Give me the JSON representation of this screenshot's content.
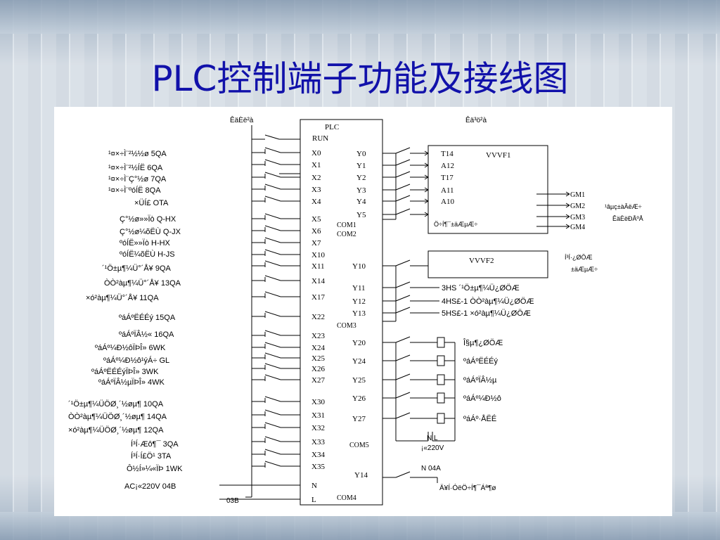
{
  "slide": {
    "title": "PLC控制端子功能及接线图"
  },
  "diagram": {
    "header_left": "ÊäÈë²à",
    "header_right": "Êä³ö²à",
    "plc": {
      "label": "PLC",
      "run": "RUN",
      "com_labels": [
        "COM1",
        "COM2",
        "COM3",
        "COM5",
        "COM4"
      ]
    },
    "left_descriptions": [
      "¹¤×÷Ì¨²½½ø   5QA",
      "¹¤×÷Ì¨²½ÍË   6QA",
      "¹¤×÷Ì¨Ç°½ø   7QA",
      "¹¤×÷Ì¨ºóÍË   8QA",
      "×ÜÍ£   OTA",
      "Ç°½ø»»Ïò   Q-HX",
      "Ç°½ø¼õËÙ   Q-JX",
      "ºóÍË»»Ïò   H-HX",
      "ºóÍË¼õËÙ   H-JS",
      "´¹Ö±µ¶¼Ü°´Å¥  9QA",
      "ÒÒ²àµ¶¼Ü°´Å¥ 13QA",
      "×ó²àµ¶¼Ü°´Å¥   11QA",
      "ºáÁºËÉÉý   15QA",
      "ºáÁºÏÂ½«   16QA",
      "ºáÁº¼Ð½ôÏÞÎ»   6WK",
      "ºáÁº¼Ð½ô¹ýÁ÷   GL",
      "ºáÁºËÉÉýÏÞÎ»   3WK",
      "ºáÁºÏÂ½µÏÞÎ»   4WK",
      "´¹Ö±µ¶¼ÜÖØ¸´½øµ¶ 10QA",
      "ÒÒ²àµ¶¼ÜÖØ¸´½øµ¶ 14QA",
      "×ó²àµ¶¼ÜÖØ¸´½øµ¶ 12QA",
      "Í³Í·Æô¶¯   3QA",
      "Í³Í·Í£Ö¹   3TA",
      "Ô½Í»¼«ÏÞ   1WK"
    ],
    "ac_label": "AC¡«220V   04B",
    "b03": "03B",
    "inputs": [
      "X0",
      "X1",
      "X2",
      "X3",
      "X4",
      "X5",
      "X6",
      "X7",
      "X10",
      "X11",
      "X14",
      "X17",
      "X22",
      "X23",
      "X24",
      "X25",
      "X26",
      "X27",
      "X30",
      "X31",
      "X32",
      "X33",
      "X34",
      "X35",
      "N",
      "L"
    ],
    "outputs_a": [
      "Y0",
      "Y1",
      "Y2",
      "Y3",
      "Y4",
      "Y5"
    ],
    "vvvf1": {
      "label": "VVVF1",
      "terminals": [
        "T14",
        "A12",
        "T17",
        "A11",
        "A10"
      ],
      "note": "Ö÷Í¶¯±äÆµÆ÷",
      "motors": [
        "GM1",
        "GM2",
        "GM3",
        "GM4"
      ],
      "motor_note_1": "¹âµç±àÂëÆ÷",
      "motor_note_2": "ÊäÈëÐÅºÅ"
    },
    "vvvf2": {
      "label": "VVVF2",
      "note_1": "Í³Í·¿ØÖÆ",
      "note_2": "±äÆµÆ÷"
    },
    "outputs_b": [
      "Y10",
      "Y11",
      "Y12",
      "Y13"
    ],
    "hs_labels": [
      "3HS   ´¹Ö±µ¶¼Ü¿ØÖÆ",
      "4HS£-1   ÒÒ²àµ¶¼Ü¿ØÖÆ",
      "5HS£-1   ×ó²àµ¶¼Ü¿ØÖÆ"
    ],
    "outputs_c": [
      "Y20",
      "Y24",
      "Y25",
      "Y26",
      "Y27"
    ],
    "valve_labels": [
      "Î§µ¶¿ØÖÆ",
      "ºáÁºËÉÉý",
      "ºáÁºÏÂ½µ",
      "ºáÁº¼Ð½ô",
      "ºáÁº·ÅËÉ"
    ],
    "nl_label": "N   L",
    "ac220_label": "¡«220V",
    "y14": "Y14",
    "n04a": "N  04A",
    "y14_note": "Ä¥Í·ÓëÖ÷Í¶¯Áª¶ø"
  }
}
